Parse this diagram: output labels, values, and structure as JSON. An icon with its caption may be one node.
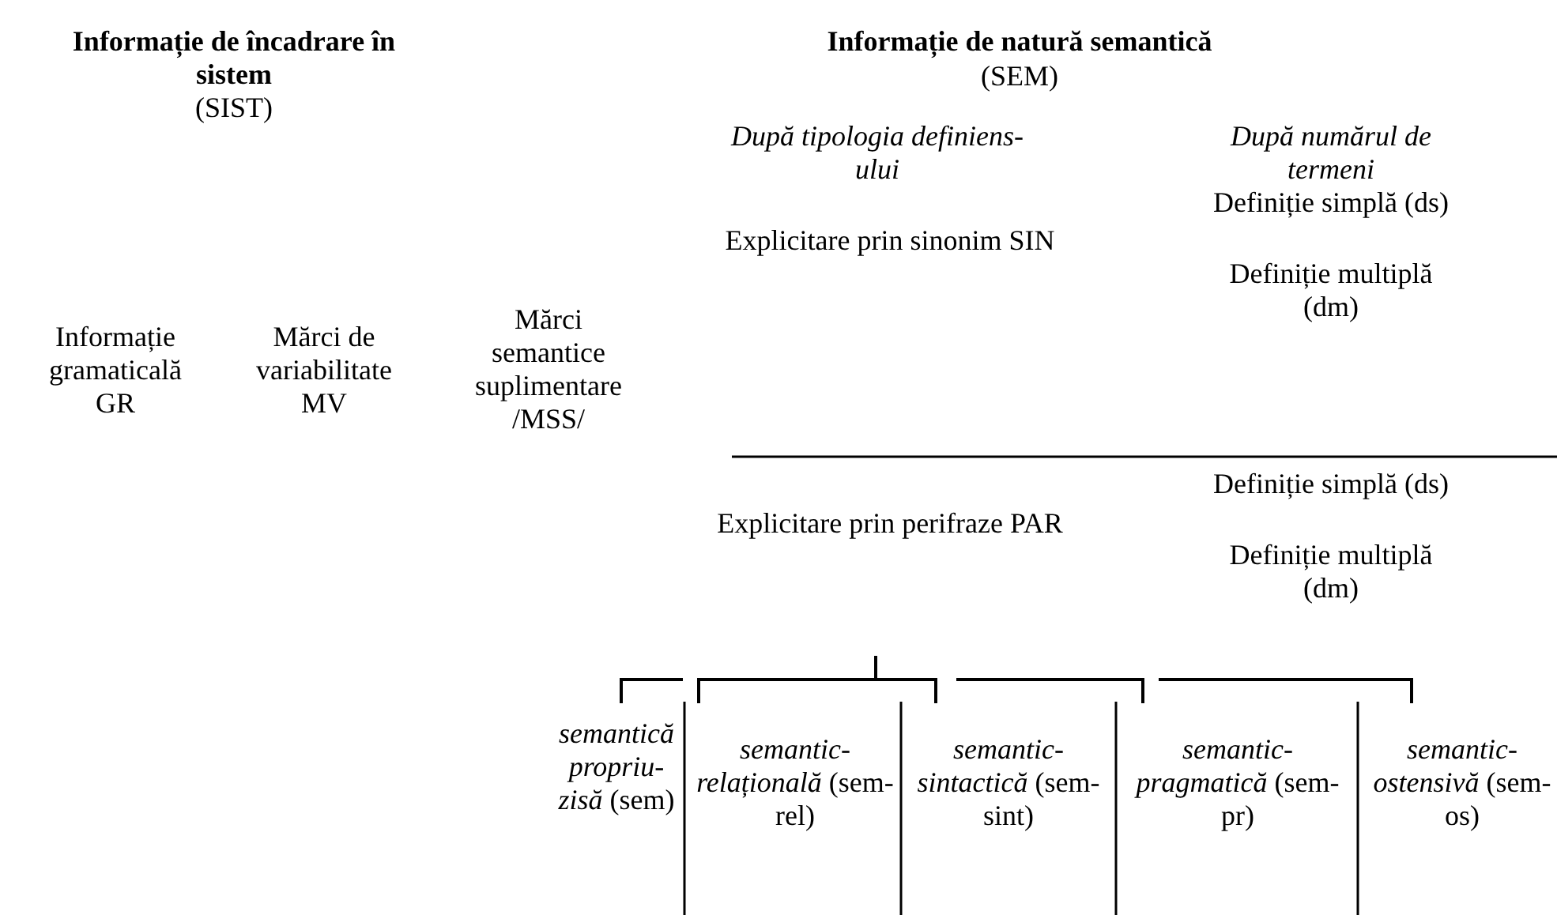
{
  "diagram": {
    "labels": [
      "Informație de încadrare în sistem",
      "(SIST)",
      "Informație de natură semantică",
      "(SEM)",
      "După tipologia definiens-ului",
      "După numărul de termeni",
      "Definiție simplă (ds)",
      "Explicitare prin sinonim SIN",
      "Definiție multiplă (dm)",
      "Informație gramaticală GR",
      "Mărci de variabilitate MV",
      "Mărci semantice suplimentare /MSS/",
      "Definiție simplă (ds)",
      "Explicitare prin perifraze PAR",
      "Definiție multiplă (dm)",
      "*semantică propriu-zisă* (sem)",
      "*semantic-relațională* (sem-rel)",
      "*semantic-sintactică* (sem-sint)",
      "*semantic-pragmatică* (sem-pr)",
      "*semantic-ostensivă* (sem-os)"
    ]
  }
}
